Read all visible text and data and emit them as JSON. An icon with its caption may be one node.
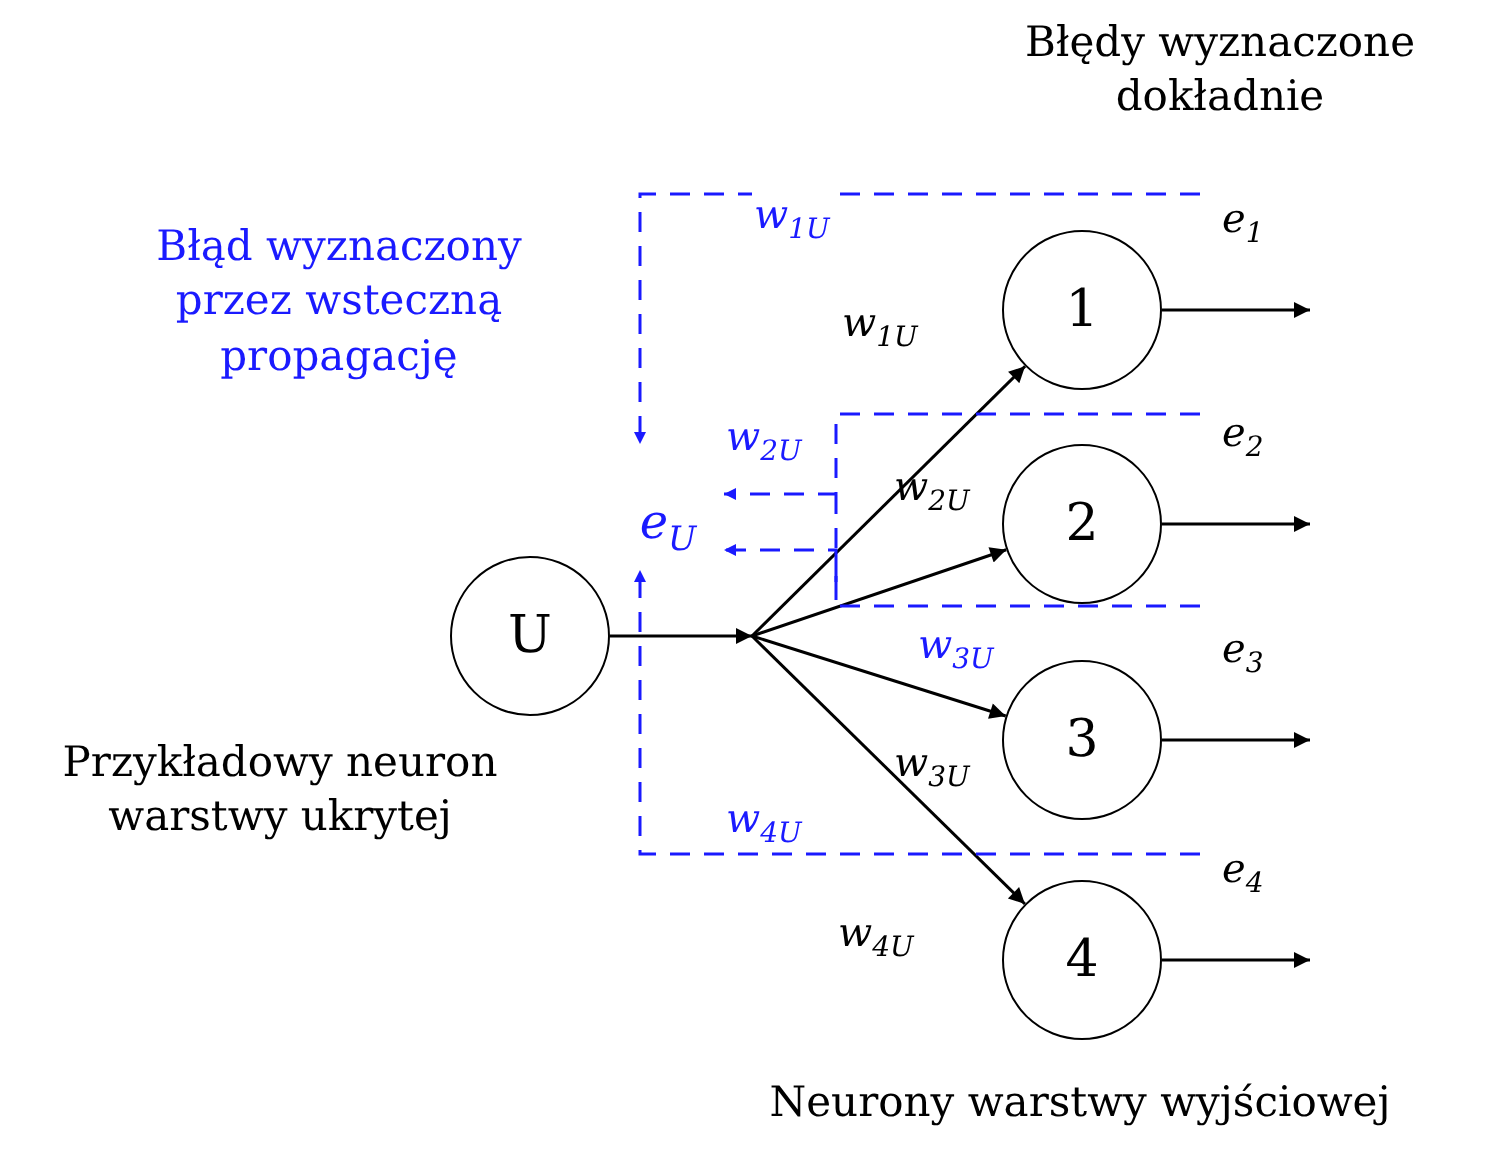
{
  "diagram": {
    "nodes": [
      {
        "text": [
          "U"
        ],
        "beside": [
          "Przykładowy neuron warstwy ukrytej"
        ]
      },
      {
        "text": [
          "1"
        ]
      },
      {
        "text": [
          "2"
        ]
      },
      {
        "text": [
          "3"
        ]
      },
      {
        "text": [
          "4"
        ]
      },
      {
        "text": [
          "e$_{U}$"
        ]
      }
    ],
    "edges": [
      {
        "from": 0,
        "to": 1,
        "arrow": "to",
        "label": "w$_{1U}$"
      },
      {
        "from": 0,
        "to": 2,
        "arrow": "to",
        "label": "w$_{2U}$"
      },
      {
        "from": 0,
        "to": 3,
        "arrow": "to",
        "label": "w$_{3U}$"
      },
      {
        "from": 0,
        "to": 4,
        "arrow": "to",
        "label": "w$_{4U}$"
      },
      {
        "from": 1,
        "to": null,
        "arrow": "to",
        "label": "e$_{1}$"
      },
      {
        "from": 2,
        "to": null,
        "arrow": "to",
        "label": "e$_{2}$"
      },
      {
        "from": 3,
        "to": null,
        "arrow": "to",
        "label": "e$_{3}$"
      },
      {
        "from": 4,
        "to": null,
        "arrow": "to",
        "label": "e$_{4}$"
      },
      {
        "from": null,
        "to": 5,
        "arrow": "to",
        "label": "w$_{1U}$",
        "style": "dashed",
        "color": "#1a1aff"
      },
      {
        "from": null,
        "to": 5,
        "arrow": "to",
        "label": "w$_{2U}$",
        "style": "dashed",
        "color": "#1a1aff"
      },
      {
        "from": null,
        "to": 5,
        "arrow": "to",
        "label": "w$_{3U}$",
        "style": "dashed",
        "color": "#1a1aff"
      },
      {
        "from": null,
        "to": 5,
        "arrow": "to",
        "label": "w$_{4U}$",
        "style": "dashed",
        "color": "#1a1aff"
      }
    ],
    "labels": [
      "Błędy wyznaczone dokładnie",
      "Błąd wyznaczony przez wsteczną propagację",
      "Neurony warstwy wyjściowej"
    ]
  }
}
